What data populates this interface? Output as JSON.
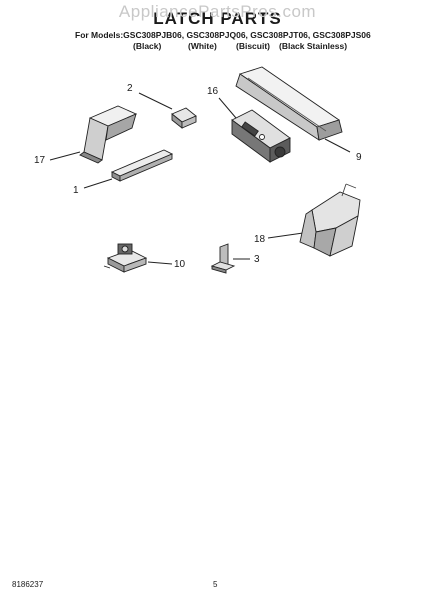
{
  "header": {
    "watermark": "AppliancePartsPros.com",
    "title": "LATCH PARTS",
    "models_line": "For Models:GSC308PJB06, GSC308PJQ06, GSC308PJT06, GSC308PJS06",
    "colors": [
      "(Black)",
      "(White)",
      "(Biscuit)",
      "(Black Stainless)"
    ]
  },
  "callouts": [
    "2",
    "16",
    "17",
    "9",
    "1",
    "18",
    "10",
    "3"
  ],
  "footer": {
    "doc_number": "8186237",
    "page_number": "5"
  }
}
